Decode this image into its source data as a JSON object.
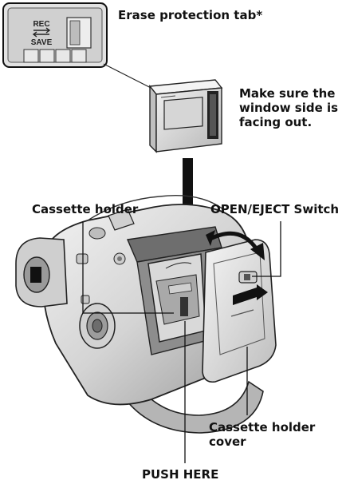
{
  "labels": {
    "erase_tab": "Erase protection tab*",
    "make_sure": "Make sure the\nwindow side is\nfacing out.",
    "cassette_holder": "Cassette holder",
    "open_eject": "OPEN/EJECT Switch",
    "holder_cover": "Cassette holder\ncover",
    "push_here": "PUSH HERE"
  },
  "inset": {
    "rec": "REC",
    "save": "SAVE"
  },
  "icons": {
    "arrow": "double-arrow-icon",
    "curve_arrow": "curved-arrow-icon"
  },
  "colors": {
    "ink": "#111111",
    "body_light": "#e6e6e6",
    "body_mid": "#c4c4c4",
    "body_dark": "#8a8a8a"
  }
}
